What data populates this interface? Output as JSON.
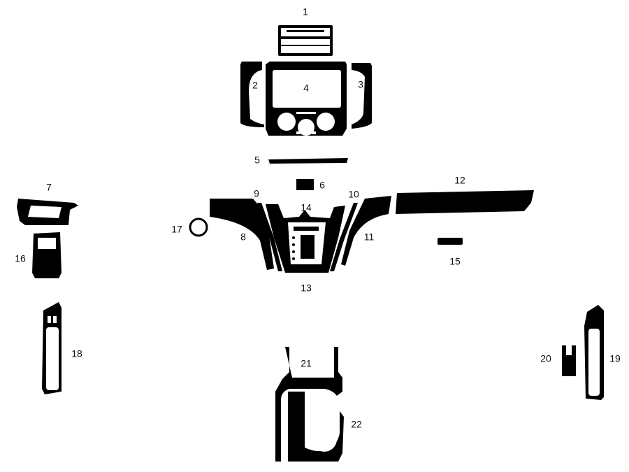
{
  "diagram": {
    "piece_color": "#000000",
    "background": "#ffffff",
    "pieces": [
      {
        "id": "1"
      },
      {
        "id": "2"
      },
      {
        "id": "3"
      },
      {
        "id": "4"
      },
      {
        "id": "5"
      },
      {
        "id": "6"
      },
      {
        "id": "7"
      },
      {
        "id": "8"
      },
      {
        "id": "9"
      },
      {
        "id": "10"
      },
      {
        "id": "11"
      },
      {
        "id": "12"
      },
      {
        "id": "13"
      },
      {
        "id": "14"
      },
      {
        "id": "15"
      },
      {
        "id": "16"
      },
      {
        "id": "17"
      },
      {
        "id": "18"
      },
      {
        "id": "19"
      },
      {
        "id": "20"
      },
      {
        "id": "21"
      },
      {
        "id": "22"
      }
    ]
  }
}
